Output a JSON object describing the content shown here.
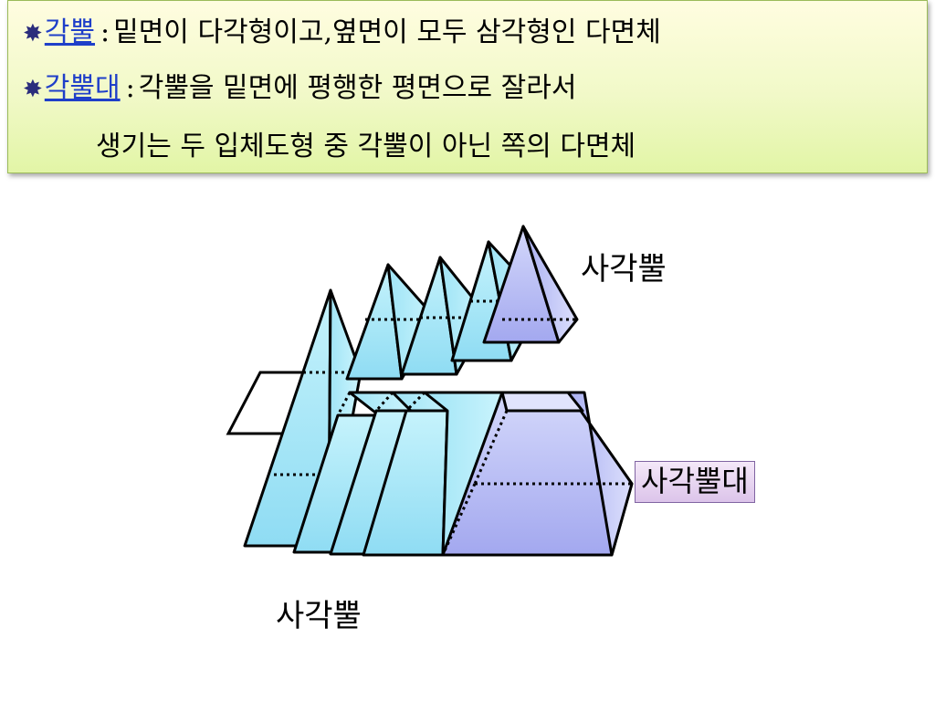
{
  "definitions": [
    {
      "term": "각뿔",
      "separator": ":",
      "text": "밑면이 다각형이고,옆면이 모두 삼각형인  다면체"
    },
    {
      "term": "각뿔대",
      "separator": ":",
      "text": "각뿔을 밑면에 평행한 평면으로 잘라서",
      "continuation": "생기는 두 입체도형 중 각뿔이 아닌 쪽의 다면체"
    }
  ],
  "bullet_icon": "eight-pointed-star-icon",
  "diagram": {
    "label_top": "사각뿔",
    "label_bottom": "사각뿔",
    "label_frustum": "사각뿔대"
  },
  "colors": {
    "term": "#1f3fc9",
    "bullet": "#2b2d7c",
    "box_border": "#9bbb59",
    "solid_fill": "#a6e8f8",
    "solid_fill_alt": "#b4b8f4",
    "frustum_label_border": "#8064a2"
  }
}
